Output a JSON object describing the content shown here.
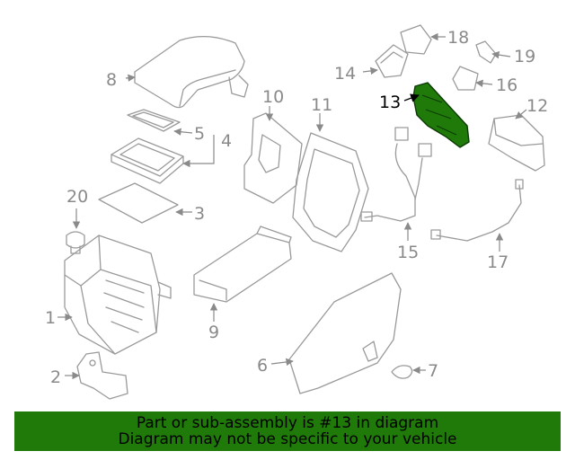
{
  "diagram": {
    "highlight_color": "#1f7a0a",
    "callouts": [
      {
        "id": "1",
        "label": "1"
      },
      {
        "id": "2",
        "label": "2"
      },
      {
        "id": "3",
        "label": "3"
      },
      {
        "id": "4",
        "label": "4"
      },
      {
        "id": "5",
        "label": "5"
      },
      {
        "id": "6",
        "label": "6"
      },
      {
        "id": "7",
        "label": "7"
      },
      {
        "id": "8",
        "label": "8"
      },
      {
        "id": "9",
        "label": "9"
      },
      {
        "id": "10",
        "label": "10"
      },
      {
        "id": "11",
        "label": "11"
      },
      {
        "id": "12",
        "label": "12"
      },
      {
        "id": "13",
        "label": "13",
        "highlighted": true
      },
      {
        "id": "14",
        "label": "14"
      },
      {
        "id": "15",
        "label": "15"
      },
      {
        "id": "16",
        "label": "16"
      },
      {
        "id": "17",
        "label": "17"
      },
      {
        "id": "18",
        "label": "18"
      },
      {
        "id": "19",
        "label": "19"
      },
      {
        "id": "20",
        "label": "20"
      }
    ]
  },
  "banner": {
    "line1": "Part or sub-assembly is #13 in diagram",
    "line2": "Diagram may not be specific to your vehicle",
    "background": "#1f7a0a"
  }
}
